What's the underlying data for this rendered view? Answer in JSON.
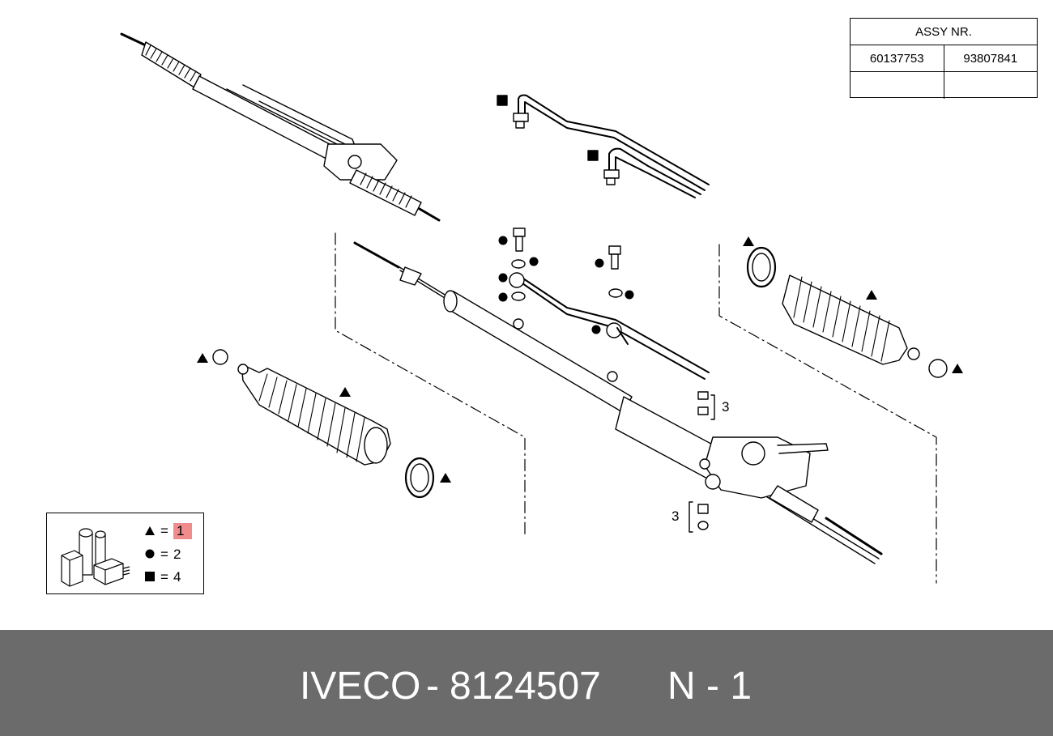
{
  "assy_table": {
    "header": "ASSY NR.",
    "rows": [
      [
        "60137753",
        "93807841"
      ],
      [
        "",
        ""
      ]
    ]
  },
  "legend": {
    "items": [
      {
        "symbol": "triangle",
        "equals": "=",
        "value": "1",
        "highlight_color": "#f08c8c"
      },
      {
        "symbol": "circle",
        "equals": "=",
        "value": "2"
      },
      {
        "symbol": "square",
        "equals": "=",
        "value": "4"
      }
    ]
  },
  "callouts": {
    "clip_set_upper": "3",
    "clip_set_lower": "3"
  },
  "footer": {
    "brand": "IVECO",
    "separator": "-",
    "part_number": "8124507",
    "position_label": "N - 1"
  },
  "colors": {
    "footer_background": "#6b6b6b",
    "footer_text": "#ffffff",
    "highlight": "#f08c8c",
    "line_art": "#000000"
  }
}
